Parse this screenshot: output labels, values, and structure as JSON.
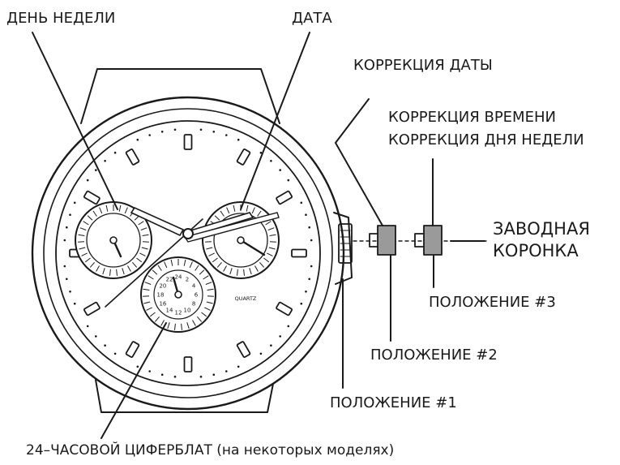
{
  "labels": {
    "day_of_week": "ДЕНЬ НЕДЕЛИ",
    "date": "ДАТА",
    "date_correction": "КОРРЕКЦИЯ ДАТЫ",
    "time_correction": "КОРРЕКЦИЯ ВРЕМЕНИ",
    "weekday_correction": "КОРРЕКЦИЯ ДНЯ НЕДЕЛИ",
    "crown_line1": "ЗАВОДНАЯ",
    "crown_line2": "КОРОНКА",
    "position_3": "ПОЛОЖЕНИЕ #3",
    "position_2": "ПОЛОЖЕНИЕ #2",
    "position_1": "ПОЛОЖЕНИЕ #1",
    "dial_24h": "24–ЧАСОВОЙ ЦИФЕРБЛАТ (на некоторых моделях)"
  },
  "dial": {
    "brand": "QUARTZ",
    "subdial_24h_numbers": [
      "24",
      "2",
      "4",
      "6",
      "8",
      "10",
      "12",
      "14",
      "16",
      "18",
      "20",
      "22"
    ]
  }
}
